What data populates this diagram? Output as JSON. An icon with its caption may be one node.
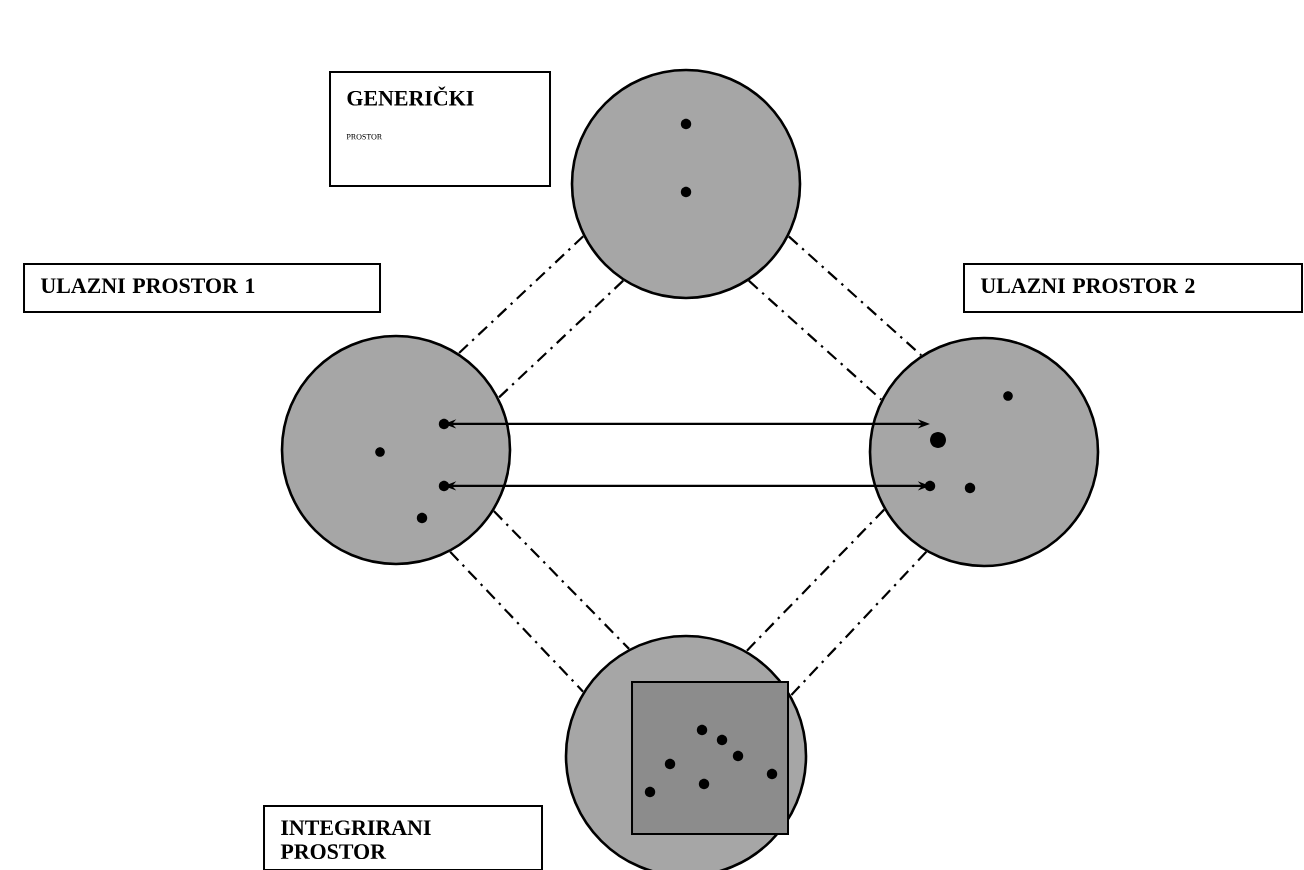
{
  "diagram": {
    "nodes": [
      {
        "text": [
          "GENERIČKI",
          "PROSTOR"
        ]
      },
      {
        "text": [
          "ULAZNI PROSTOR 1"
        ]
      },
      {
        "text": [
          "ULAZNI PROSTOR 2"
        ]
      },
      {
        "text": [
          "INTEGRIRANI PROSTOR"
        ]
      },
      {
        "text": [],
        "shape": "circle"
      },
      {
        "text": [],
        "shape": "circle"
      },
      {
        "text": [],
        "shape": "circle"
      },
      {
        "text": [],
        "shape": "circle"
      }
    ],
    "edges": [
      {
        "from": 5,
        "to": 6,
        "arrow": "both"
      },
      {
        "from": 5,
        "to": 6,
        "arrow": "both"
      },
      {
        "from": 4,
        "to": 5,
        "arrow": "none",
        "style": "dashed"
      },
      {
        "from": 4,
        "to": 5,
        "arrow": "none",
        "style": "dashed"
      },
      {
        "from": 4,
        "to": 6,
        "arrow": "none",
        "style": "dashed"
      },
      {
        "from": 4,
        "to": 6,
        "arrow": "none",
        "style": "dashed"
      },
      {
        "from": 5,
        "to": 7,
        "arrow": "none",
        "style": "dashed"
      },
      {
        "from": 5,
        "to": 7,
        "arrow": "none",
        "style": "dashed"
      },
      {
        "from": 6,
        "to": 7,
        "arrow": "none",
        "style": "dashed"
      },
      {
        "from": 6,
        "to": 7,
        "arrow": "none",
        "style": "dashed"
      }
    ]
  }
}
